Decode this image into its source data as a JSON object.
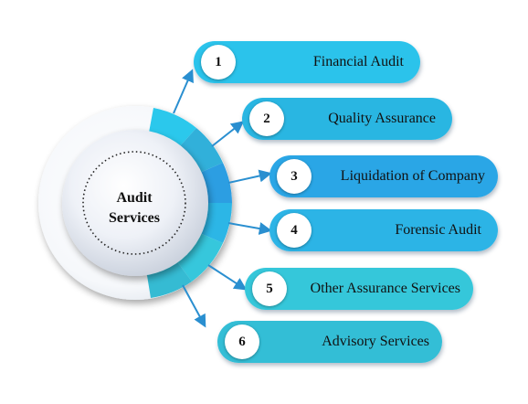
{
  "center": {
    "title": "Audit\nServices"
  },
  "items": [
    {
      "number": "1",
      "label": "Financial Audit",
      "color": "#2BC3EB"
    },
    {
      "number": "2",
      "label": "Quality Assurance",
      "color": "#29B6E2"
    },
    {
      "number": "3",
      "label": "Liquidation of Company",
      "color": "#2AA6E6"
    },
    {
      "number": "4",
      "label": "Forensic Audit",
      "color": "#2CB4E6"
    },
    {
      "number": "5",
      "label": "Other Assurance Services",
      "color": "#35C7DA"
    },
    {
      "number": "6",
      "label": "Advisory Services",
      "color": "#33BED6"
    }
  ],
  "colors": {
    "ring": "#2FB8E0",
    "arrow": "#2A8FD0"
  }
}
